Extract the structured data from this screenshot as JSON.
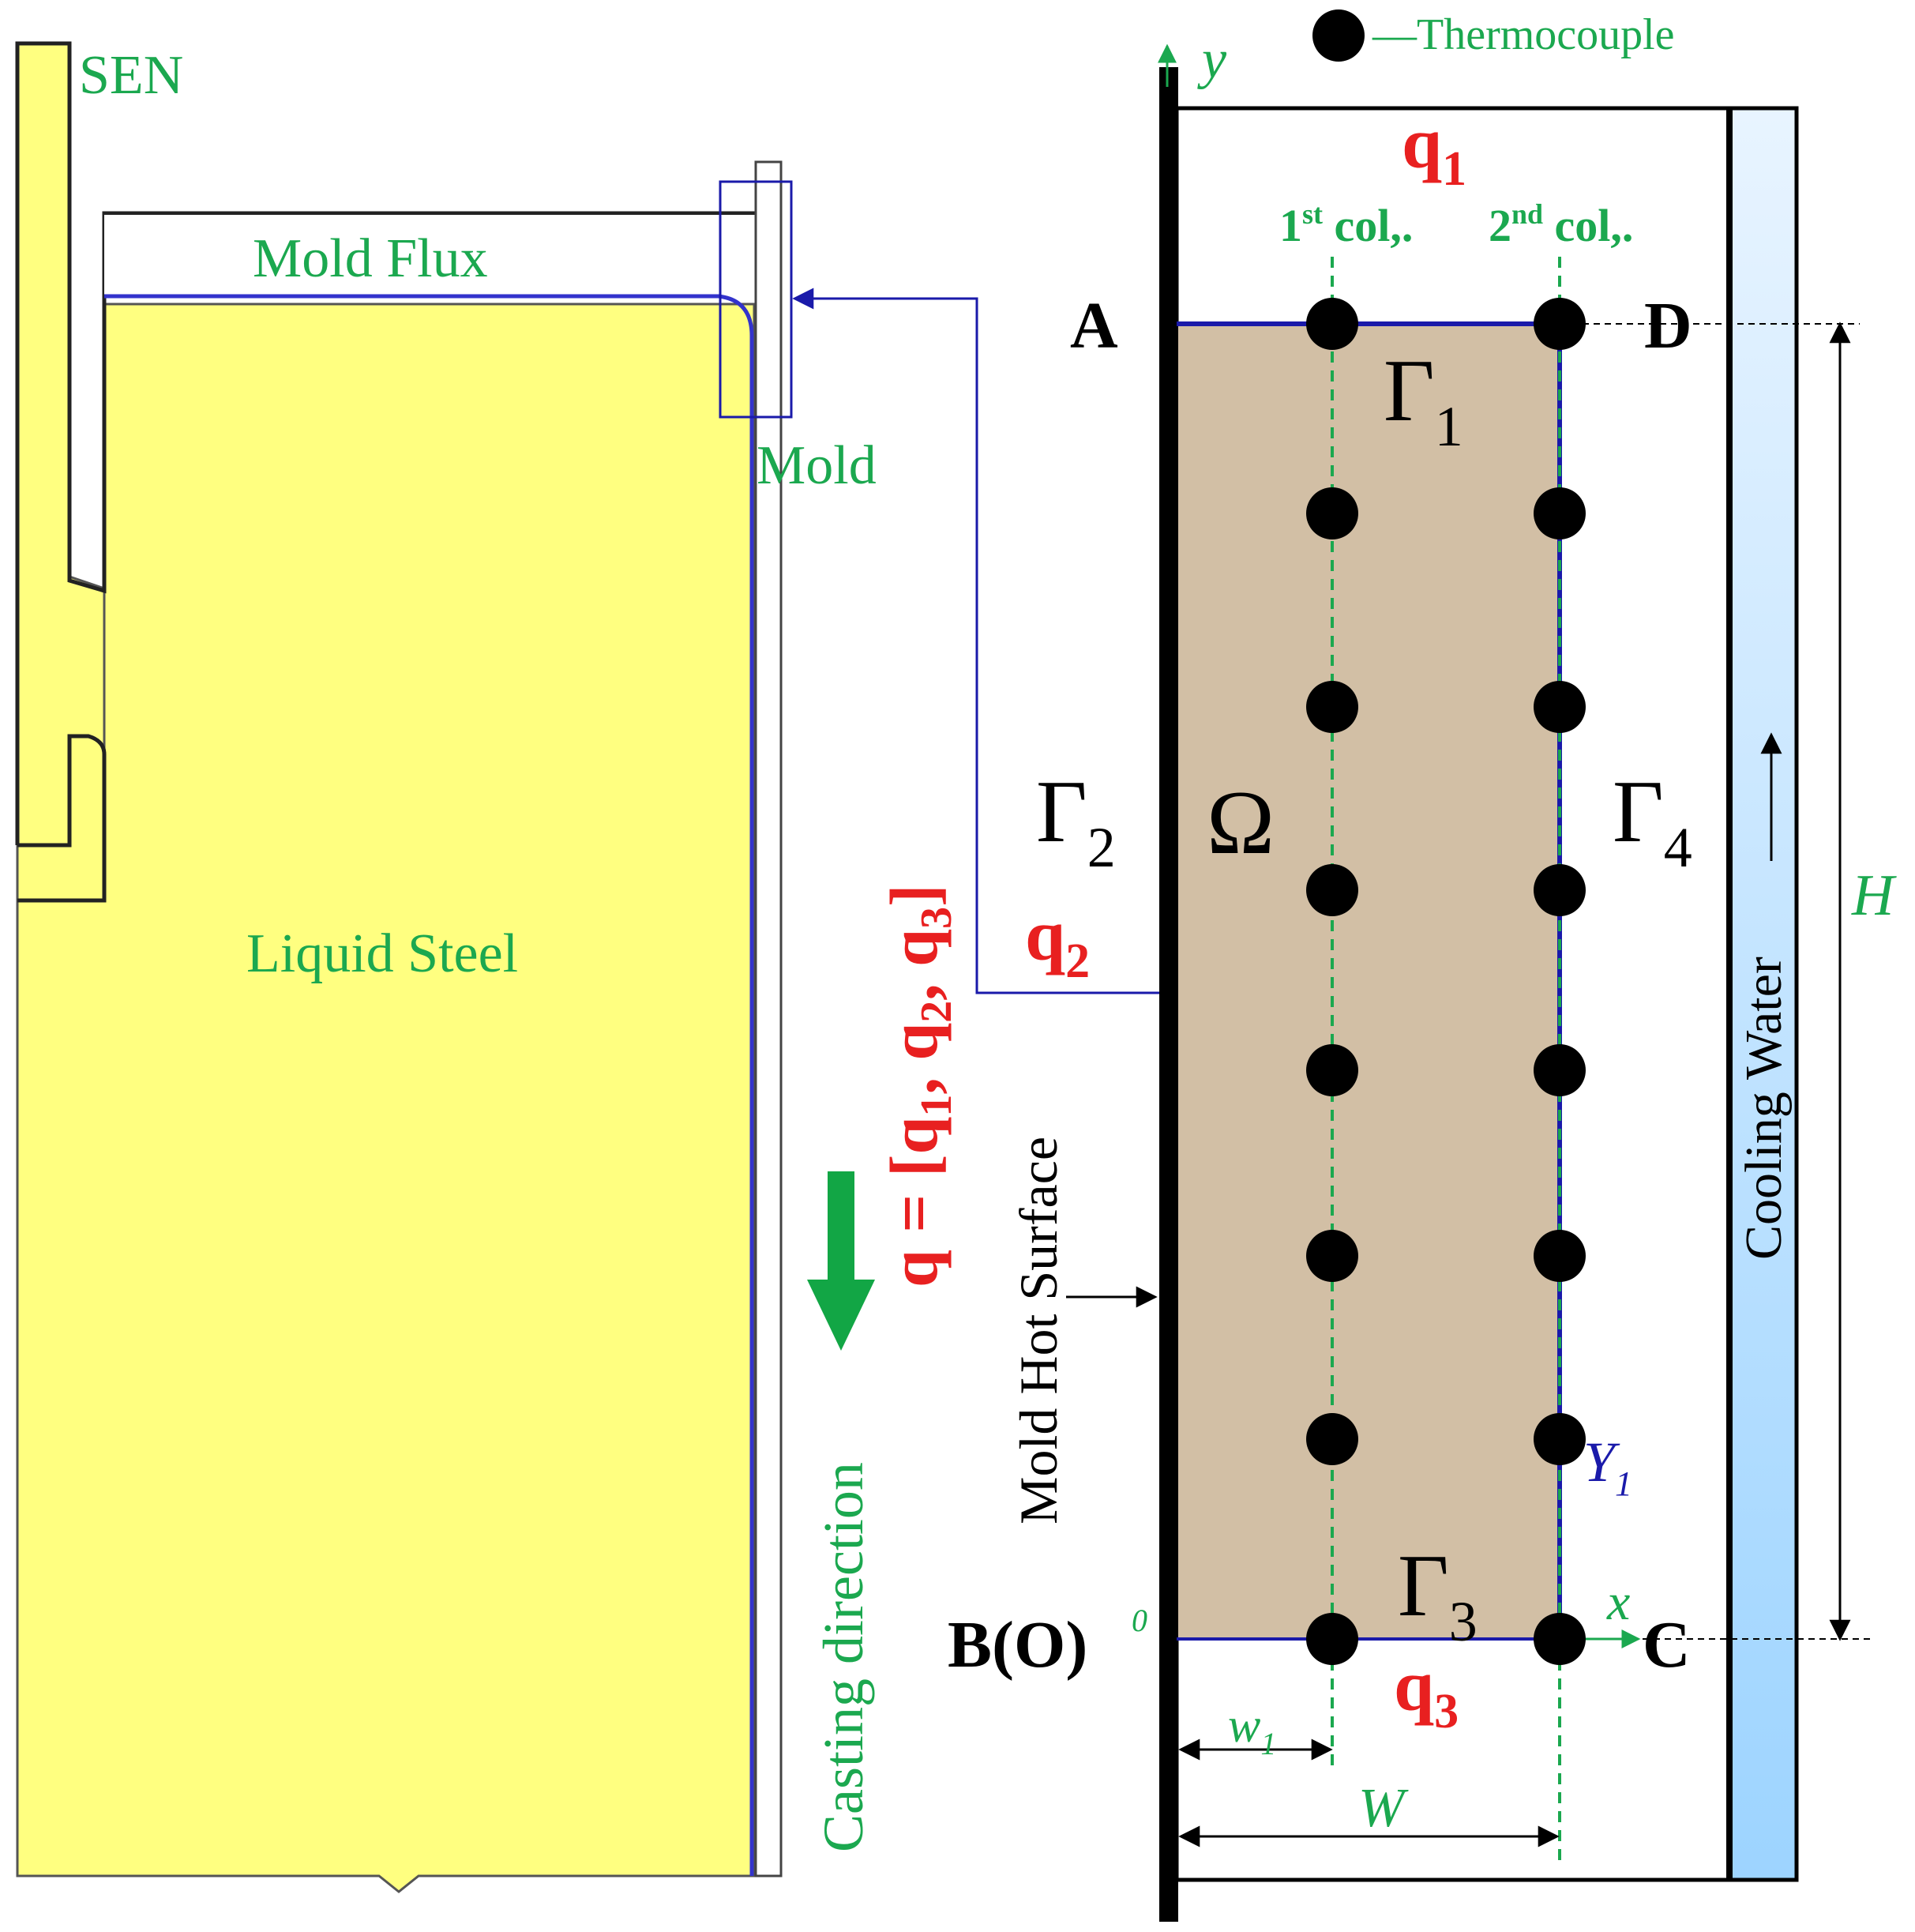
{
  "colors": {
    "steel_fill": "#ffff80",
    "mold_fill": "#d2bfa5",
    "label_green": "#1ba84f",
    "flux_line": "#3333cc",
    "boundary_blue": "#1a1aaa",
    "heat_red": "#e82020",
    "water_top": "#e8f4ff",
    "water_bottom": "#9dd4ff",
    "arrow_green": "#12a645",
    "black": "#000000"
  },
  "left_panel": {
    "sen_label": "SEN",
    "mold_flux_label": "Mold Flux",
    "mold_label": "Mold",
    "liquid_steel_label": "Liquid Steel",
    "casting_direction_label": "Casting direction",
    "heat_flux_vector": {
      "lhs": "q",
      "eq": " = [",
      "q1": "q",
      "q1_sub": "1",
      "sep1": ", ",
      "q2": "q",
      "q2_sub": "2",
      "sep2": ", ",
      "q3": "q",
      "q3_sub": "3",
      "close": "]"
    },
    "mold_hot_surface_label": "Mold Hot Surface"
  },
  "right_panel": {
    "legend_label": "—Thermocouple",
    "y_axis_label": "y",
    "x_axis_label": "x",
    "origin_label": "0",
    "corner_a": "A",
    "corner_b": "B(O)",
    "corner_c": "C",
    "corner_d": "D",
    "q1": {
      "base": "q",
      "sub": "1"
    },
    "q2": {
      "base": "q",
      "sub": "2"
    },
    "q3": {
      "base": "q",
      "sub": "3"
    },
    "col1_label": {
      "base": "1",
      "sup": "st",
      "rest": " col,."
    },
    "col2_label": {
      "base": "2",
      "sup": "nd",
      "rest": " col,."
    },
    "gamma1": {
      "base": "Γ",
      "sub": "1"
    },
    "gamma2": {
      "base": "Γ",
      "sub": "2"
    },
    "gamma3": {
      "base": "Γ",
      "sub": "3"
    },
    "gamma4": {
      "base": "Γ",
      "sub": "4"
    },
    "omega_label": "Ω",
    "y1_label": {
      "base": "Y",
      "sub": "1"
    },
    "cooling_water_label": "Cooling Water",
    "h_label": "H",
    "w1_label": {
      "base": "w",
      "sub": "1"
    },
    "w_label": "W",
    "thermocouples_per_column": 8
  }
}
